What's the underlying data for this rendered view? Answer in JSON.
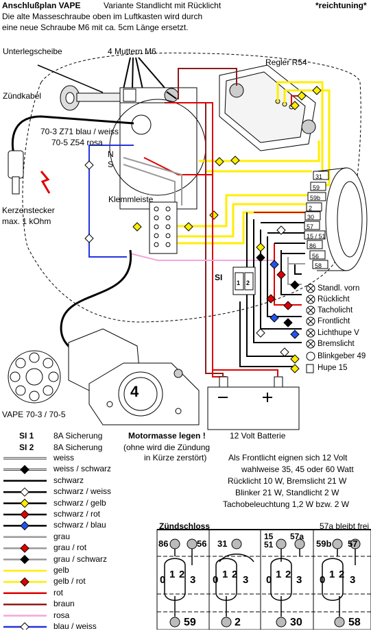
{
  "header": {
    "title": "Anschlußplan VAPE",
    "variant": "Variante Standlicht mit Rücklicht",
    "author": "*reichtuning*",
    "note_line1": "Die alte Masseschraube oben im Luftkasten wird durch",
    "note_line2": "eine neue Schraube M6  mit ca. 5cm Länge ersetzt."
  },
  "labels": {
    "washer": "Unterlegscheibe",
    "nuts": "4 Muttern M6",
    "regulator": "Regler R54",
    "ignition_cable": "Zündkabel",
    "coil_1": "70-3 Z71 blau / weiss",
    "coil_2": "70-5 Z54 rosa",
    "n": "N",
    "s": "S",
    "terminal_strip": "Klemmleiste",
    "spark_plug_1": "Kerzenstecker",
    "spark_plug_2": "max. 1 kOhm",
    "si": "SI",
    "fuse_1": "1",
    "fuse_2": "2",
    "vape": "VAPE 70-3 / 70-5",
    "engine_number": "4",
    "battery": "12 Volt Batterie"
  },
  "terminals": [
    "31",
    "59",
    "59b",
    "2",
    "30",
    "57",
    "15 / 51",
    "86",
    "56",
    "58"
  ],
  "lamps": [
    "Standl. vorn",
    "Rücklicht",
    "Tacholicht",
    "Frontlicht",
    "Lichthupe V",
    "Bremslicht",
    "Blinkgeber 49",
    "Hupe 15"
  ],
  "fuses": [
    {
      "id": "SI 1",
      "text": "8A Sicherung"
    },
    {
      "id": "SI 2",
      "text": "8A Sicherung"
    }
  ],
  "ground_warning": {
    "title": "Motormasse legen !",
    "line1": "(ohne wird die Zündung",
    "line2": "in Kürze zerstört)"
  },
  "bulb_info": [
    "Als Frontlicht eignen sich 12 Volt",
    "wahlweise 35, 45 oder 60 Watt",
    "Rücklicht 10 W, Bremslicht 21 W",
    "Blinker 21 W, Standlicht 2 W",
    "Tachobeleuchtung 1,2 W bzw. 2 W"
  ],
  "legend": [
    {
      "label": "weiss",
      "line": "#ffffff",
      "marker": null
    },
    {
      "label": "weiss / schwarz",
      "line": "#ffffff",
      "marker": "#000000"
    },
    {
      "label": "schwarz",
      "line": "#000000",
      "marker": null
    },
    {
      "label": "schwarz / weiss",
      "line": "#000000",
      "marker": "#ffffff"
    },
    {
      "label": "schwarz / gelb",
      "line": "#000000",
      "marker": "#ffee00"
    },
    {
      "label": "schwarz / rot",
      "line": "#000000",
      "marker": "#e00000"
    },
    {
      "label": "schwarz / blau",
      "line": "#000000",
      "marker": "#2255ee"
    },
    {
      "label": "grau",
      "line": "#9a9a9a",
      "marker": null
    },
    {
      "label": "grau / rot",
      "line": "#9a9a9a",
      "marker": "#e00000"
    },
    {
      "label": "grau / schwarz",
      "line": "#9a9a9a",
      "marker": "#000000"
    },
    {
      "label": "gelb",
      "line": "#ffee00",
      "marker": null
    },
    {
      "label": "gelb / rot",
      "line": "#ffee00",
      "marker": "#e00000"
    },
    {
      "label": "rot",
      "line": "#e00000",
      "marker": null
    },
    {
      "label": "braun",
      "line": "#8b1a1a",
      "marker": null
    },
    {
      "label": "rosa",
      "line": "#f4a6d8",
      "marker": null
    },
    {
      "label": "blau / weiss",
      "line": "#2233dd",
      "marker": "#ffffff"
    }
  ],
  "ignition_switch": {
    "title": "Zündschloss",
    "note": "57a bleibt frei",
    "top_terminals": [
      "86",
      "56",
      "31",
      "15\n51",
      "57a",
      "59b",
      "57"
    ],
    "bottom_terminals": [
      "59",
      "2",
      "30",
      "58"
    ],
    "positions": [
      "0",
      "1",
      "2",
      "3"
    ]
  },
  "colors": {
    "yellow": "#ffee00",
    "red": "#e00000",
    "brown": "#8b1a1a",
    "blue": "#2233dd",
    "pink": "#f4a6d8",
    "gray": "#9a9a9a"
  }
}
